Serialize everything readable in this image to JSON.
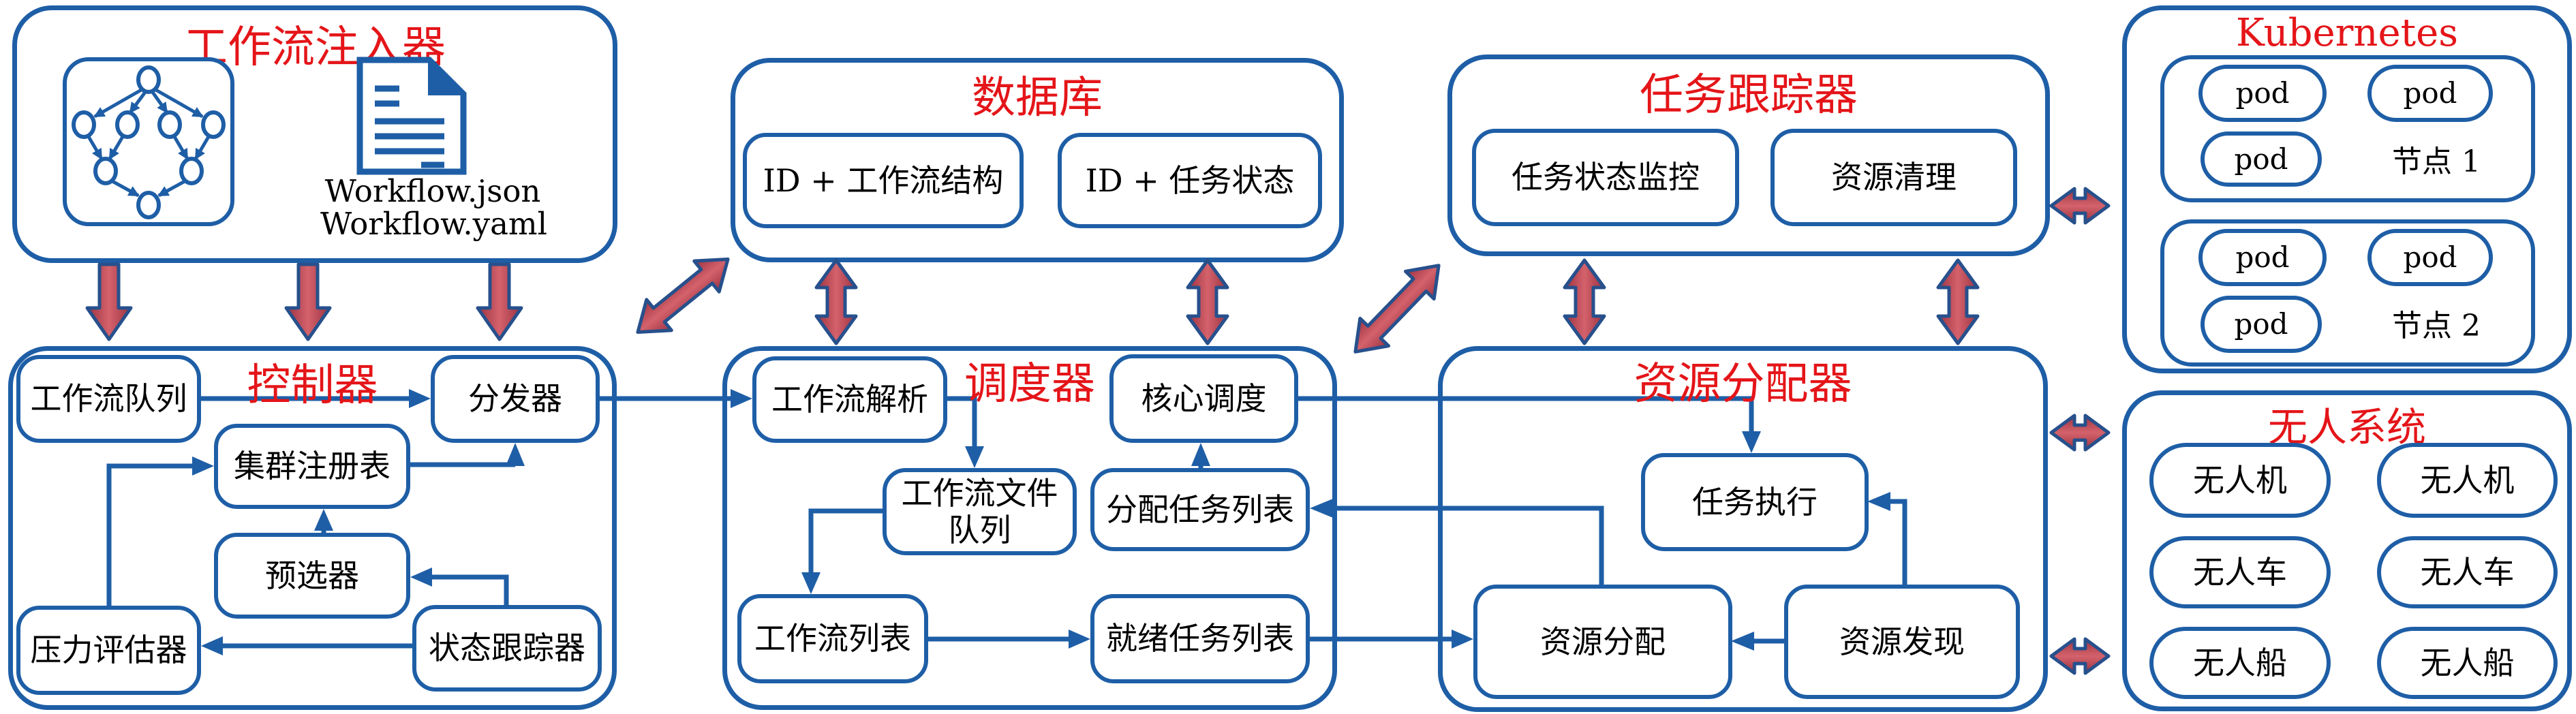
{
  "colors": {
    "box_blue": "#1e5ea6",
    "title_red": "#e41519",
    "arrow_red_dark": "#9b3240",
    "arrow_red_light": "#d4626c",
    "arrow_outline_blue": "#27508c",
    "text_black": "#000000"
  },
  "injector": {
    "title": "工作流注入器",
    "dag_icon": "dag-graph-icon",
    "doc_icon": "document-icon",
    "files": [
      "Workflow.json",
      "Workflow.yaml"
    ]
  },
  "database": {
    "title": "数据库",
    "items": [
      "ID + 工作流结构",
      "ID + 任务状态"
    ]
  },
  "tracker": {
    "title": "任务跟踪器",
    "items": [
      "任务状态监控",
      "资源清理"
    ]
  },
  "kubernetes": {
    "title": "Kubernetes",
    "nodes": [
      {
        "label": "节点 1",
        "pods": [
          "pod",
          "pod",
          "pod"
        ]
      },
      {
        "label": "节点 2",
        "pods": [
          "pod",
          "pod",
          "pod"
        ]
      }
    ]
  },
  "controller": {
    "title": "控制器",
    "workflow_queue": "工作流队列",
    "dispatcher": "分发器",
    "cluster_registry": "集群注册表",
    "preselector": "预选器",
    "pressure_evaluator": "压力评估器",
    "status_tracker": "状态跟踪器"
  },
  "scheduler": {
    "title": "调度器",
    "workflow_parse": "工作流解析",
    "core_scheduling": "核心调度",
    "workflow_file_queue": "工作流文件队列",
    "assigned_task_list": "分配任务列表",
    "workflow_list": "工作流列表",
    "ready_task_list": "就绪任务列表"
  },
  "allocator": {
    "title": "资源分配器",
    "task_execution": "任务执行",
    "resource_allocation": "资源分配",
    "resource_discovery": "资源发现"
  },
  "unmanned": {
    "title": "无人系统",
    "units": [
      "无人机",
      "无人机",
      "无人车",
      "无人车",
      "无人船",
      "无人船"
    ]
  }
}
